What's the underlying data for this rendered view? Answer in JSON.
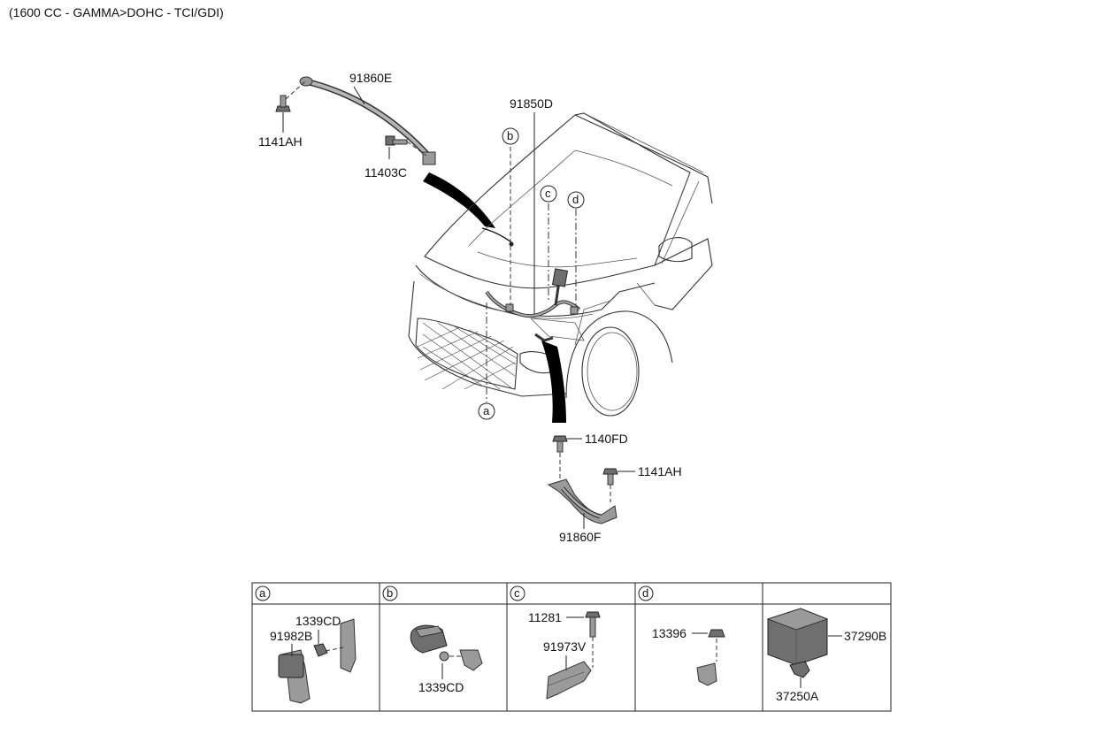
{
  "heading": "(1600 CC - GAMMA>DOHC - TCI/GDI)",
  "main_labels": {
    "cable_top": "91860E",
    "bolt_top": "1141AH",
    "bolt_top2": "11403C",
    "harness": "91850D",
    "cable_bottom": "91860F",
    "bolt_bottom1": "1140FD",
    "bolt_bottom2": "1141AH"
  },
  "callouts": {
    "a": "a",
    "b": "b",
    "c": "c",
    "d": "d"
  },
  "detail_table": {
    "headers": [
      "a",
      "b",
      "c",
      "d",
      ""
    ],
    "cell_a": {
      "part1": "1339CD",
      "part2": "91982B"
    },
    "cell_b": {
      "part1": "1339CD"
    },
    "cell_c": {
      "part1": "11281",
      "part2": "91973V"
    },
    "cell_d": {
      "part1": "13396"
    },
    "cell_e": {
      "part1": "37290B",
      "part2": "37250A"
    }
  }
}
